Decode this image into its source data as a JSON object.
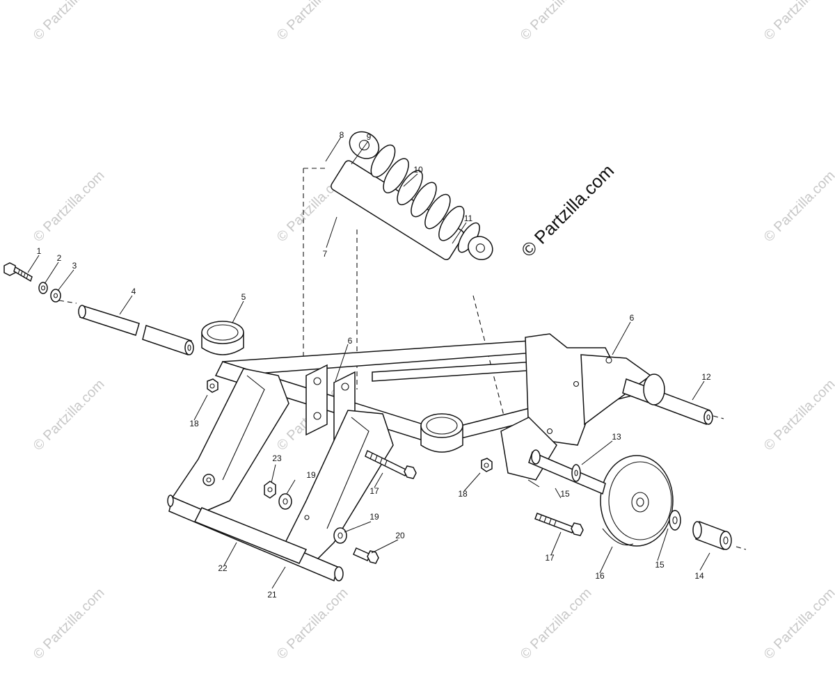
{
  "watermark": {
    "text": "© Partzilla.com",
    "main_text": "© Partzilla.com"
  },
  "callouts": [
    {
      "label": "1"
    },
    {
      "label": "2"
    },
    {
      "label": "3"
    },
    {
      "label": "4"
    },
    {
      "label": "5"
    },
    {
      "label": "6"
    },
    {
      "label": "6"
    },
    {
      "label": "7"
    },
    {
      "label": "8"
    },
    {
      "label": "9"
    },
    {
      "label": "10"
    },
    {
      "label": "11"
    },
    {
      "label": "12"
    },
    {
      "label": "13"
    },
    {
      "label": "14"
    },
    {
      "label": "15"
    },
    {
      "label": "15"
    },
    {
      "label": "16"
    },
    {
      "label": "17"
    },
    {
      "label": "17"
    },
    {
      "label": "18"
    },
    {
      "label": "18"
    },
    {
      "label": "19"
    },
    {
      "label": "19"
    },
    {
      "label": "20"
    },
    {
      "label": "21"
    },
    {
      "label": "22"
    },
    {
      "label": "23"
    }
  ]
}
